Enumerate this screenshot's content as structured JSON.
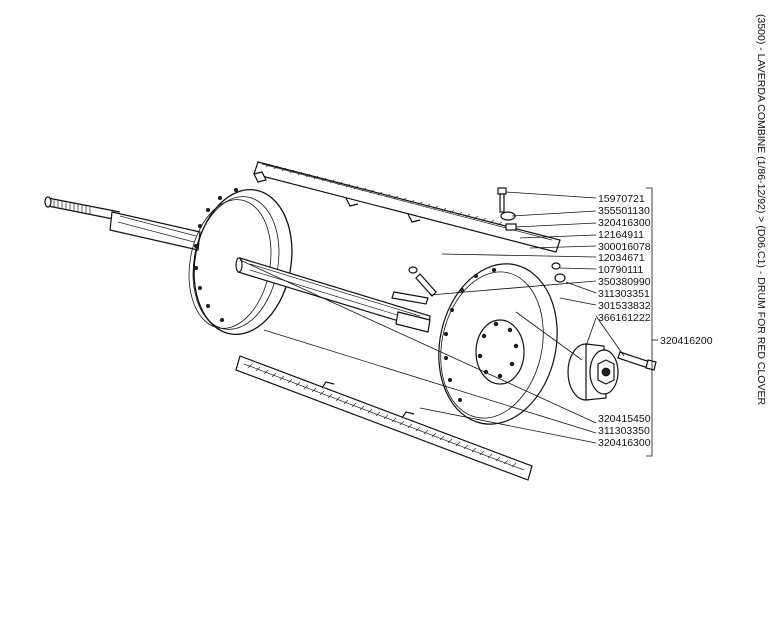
{
  "title": "(3500) - LAVERDA COMBINE (1/86-12/92) > (D06.C1) - DRUM FOR RED CLOVER",
  "parts": {
    "p1": "15970721",
    "p2": "355501130",
    "p3": "320416300",
    "p4": "12164911",
    "p5": "300016078",
    "p6": "12034671",
    "p7": "10790111",
    "p8": "350380990",
    "p9": "311303351",
    "p10": "301533832",
    "p11": "366161222",
    "p12": "320416200",
    "p13": "320415450",
    "p14": "311303350",
    "p15": "320416300"
  }
}
